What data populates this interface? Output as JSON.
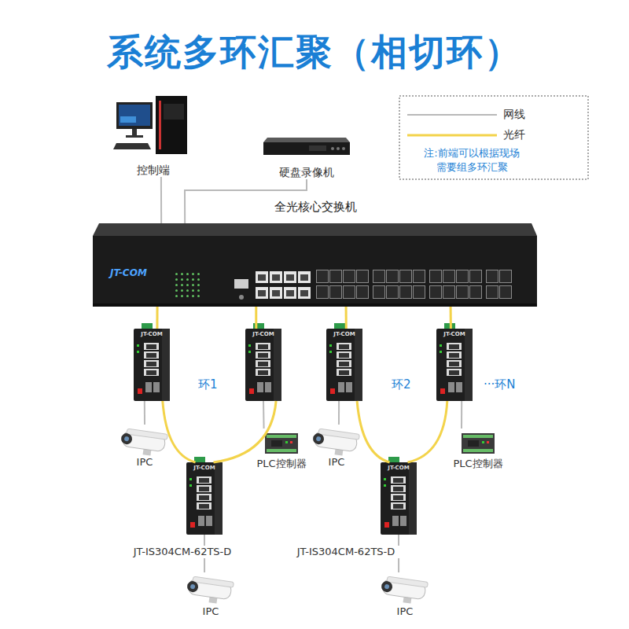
{
  "diagram": {
    "title": "系统多环汇聚（相切环）",
    "nodes": [
      {
        "text": [
          "控制端"
        ]
      },
      {
        "text": [
          "硬盘录像机"
        ]
      },
      {
        "text": [
          "全光核心交换机",
          "JT-COM"
        ]
      },
      {
        "text": [
          "JT-COM"
        ]
      },
      {
        "text": [
          "JT-COM"
        ]
      },
      {
        "text": [
          "JT-COM"
        ]
      },
      {
        "text": [
          "JT-COM"
        ]
      },
      {
        "text": [
          "IPC"
        ]
      },
      {
        "text": [
          "PLC控制器"
        ]
      },
      {
        "text": [
          "IPC"
        ]
      },
      {
        "text": [
          "PLC控制器"
        ]
      },
      {
        "text": [
          "JT-COM",
          "JT-IS304CM-62TS-D"
        ]
      },
      {
        "text": [
          "JT-COM",
          "JT-IS304CM-62TS-D"
        ]
      },
      {
        "text": [
          "IPC"
        ]
      },
      {
        "text": [
          "IPC"
        ]
      }
    ],
    "edges": [
      {
        "from": 0,
        "to": 2,
        "arrow": "none"
      },
      {
        "from": 1,
        "to": 2,
        "arrow": "none"
      },
      {
        "from": 2,
        "to": 3,
        "arrow": "none"
      },
      {
        "from": 3,
        "to": 11,
        "arrow": "none"
      },
      {
        "from": 11,
        "to": 4,
        "arrow": "none"
      },
      {
        "from": 4,
        "to": 2,
        "arrow": "none"
      },
      {
        "from": 2,
        "to": 5,
        "arrow": "none"
      },
      {
        "from": 5,
        "to": 12,
        "arrow": "none"
      },
      {
        "from": 12,
        "to": 6,
        "arrow": "none"
      },
      {
        "from": 6,
        "to": 2,
        "arrow": "none"
      },
      {
        "from": 3,
        "to": 7,
        "arrow": "none"
      },
      {
        "from": 4,
        "to": 8,
        "arrow": "none"
      },
      {
        "from": 5,
        "to": 9,
        "arrow": "none"
      },
      {
        "from": 6,
        "to": 10,
        "arrow": "none"
      },
      {
        "from": 11,
        "to": 13,
        "arrow": "none"
      },
      {
        "from": 12,
        "to": 14,
        "arrow": "none"
      }
    ],
    "labels": [
      "环1",
      "环2",
      "···环N",
      "注:前端可以根据现场 需要组多环汇聚"
    ],
    "legend": [
      {
        "text": "网线"
      },
      {
        "text": "光纤"
      }
    ]
  }
}
